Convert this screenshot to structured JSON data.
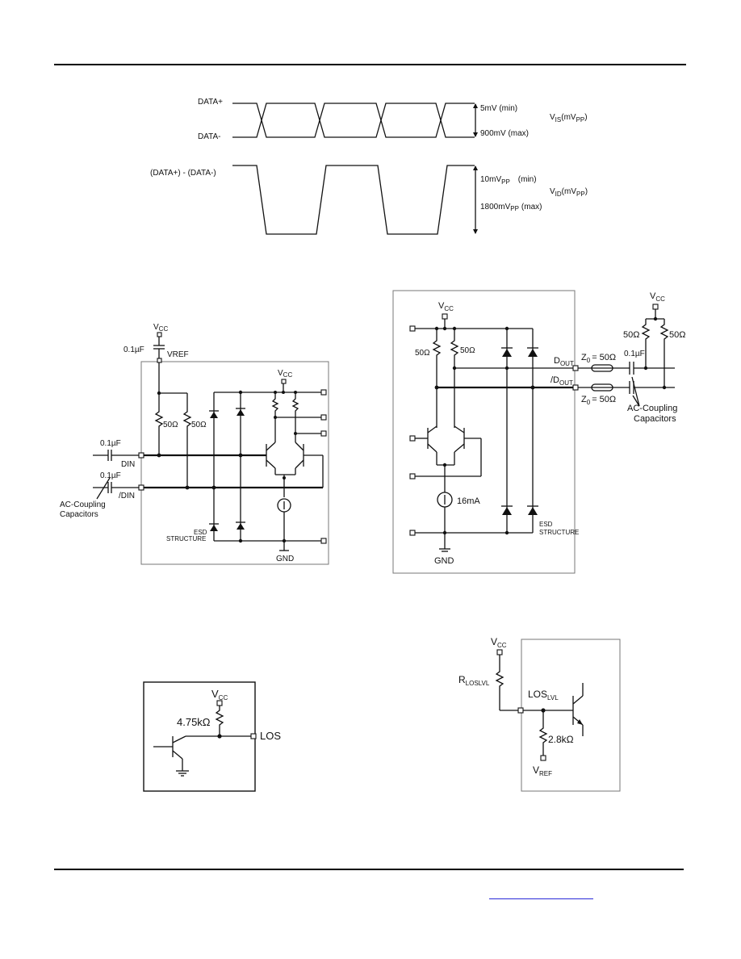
{
  "waveform": {
    "data_plus": "DATA+",
    "data_minus": "DATA-",
    "diff_label": "(DATA+) - (DATA-)",
    "single_min": "5mV (min)",
    "single_max": "900mV (max)",
    "vis_main": "V",
    "vis_sub": "IS",
    "vis_unit": "(mV",
    "vis_unit_sub": "PP",
    "vis_close": ")",
    "diff_min_main": "10mV",
    "diff_min_sub": "PP",
    "diff_min_tail": "(min)",
    "diff_max": "1800mV",
    "diff_max_sub": "PP",
    "diff_max_tail": "(max)",
    "vid_main": "V",
    "vid_sub": "ID",
    "vid_unit": "(mV",
    "vid_unit_sub": "PP",
    "vid_close": ")"
  },
  "input_circuit": {
    "vcc_top_main": "V",
    "vcc_top_sub": "CC",
    "cap_top": "0.1µF",
    "vref": "VREF",
    "vcc_inner_main": "V",
    "vcc_inner_sub": "CC",
    "r1": "50Ω",
    "r2": "50Ω",
    "cap_din": "0.1µF",
    "din": "DIN",
    "cap_ndin": "0.1µF",
    "ndin": "/DIN",
    "ac_coupling_1": "AC-Coupling",
    "ac_coupling_2": "Capacitors",
    "esd_1": "ESD",
    "esd_2": "STRUCTURE",
    "gnd": "GND"
  },
  "output_circuit": {
    "vcc_main": "V",
    "vcc_sub": "CC",
    "r1": "50Ω",
    "r2": "50Ω",
    "dout_main": "D",
    "dout_sub": "OUT",
    "ndout_main": "/D",
    "ndout_sub": "OUT",
    "z0_a_main": "Z",
    "z0_a_sub": "0",
    "z0_a_val": "= 50Ω",
    "z0_b_main": "Z",
    "z0_b_sub": "0",
    "z0_b_val": "= 50Ω",
    "cap": "0.1µF",
    "vcc_ext_main": "V",
    "vcc_ext_sub": "CC",
    "r_ext1": "50Ω",
    "r_ext2": "50Ω",
    "ac_coupling_1": "AC-Coupling",
    "ac_coupling_2": "Capacitors",
    "current": "16mA",
    "esd_1": "ESD",
    "esd_2": "STRUCTURE",
    "gnd": "GND"
  },
  "los_circuit": {
    "vcc_main": "V",
    "vcc_sub": "CC",
    "resistor": "4.75kΩ",
    "los": "LOS"
  },
  "loslvl_circuit": {
    "vcc_main": "V",
    "vcc_sub": "CC",
    "rlos_main": "R",
    "rlos_sub": "LOSLVL",
    "loslvl_main": "LOS",
    "loslvl_sub": "LVL",
    "resistor": "2.8kΩ",
    "vref_main": "V",
    "vref_sub": "REF"
  }
}
